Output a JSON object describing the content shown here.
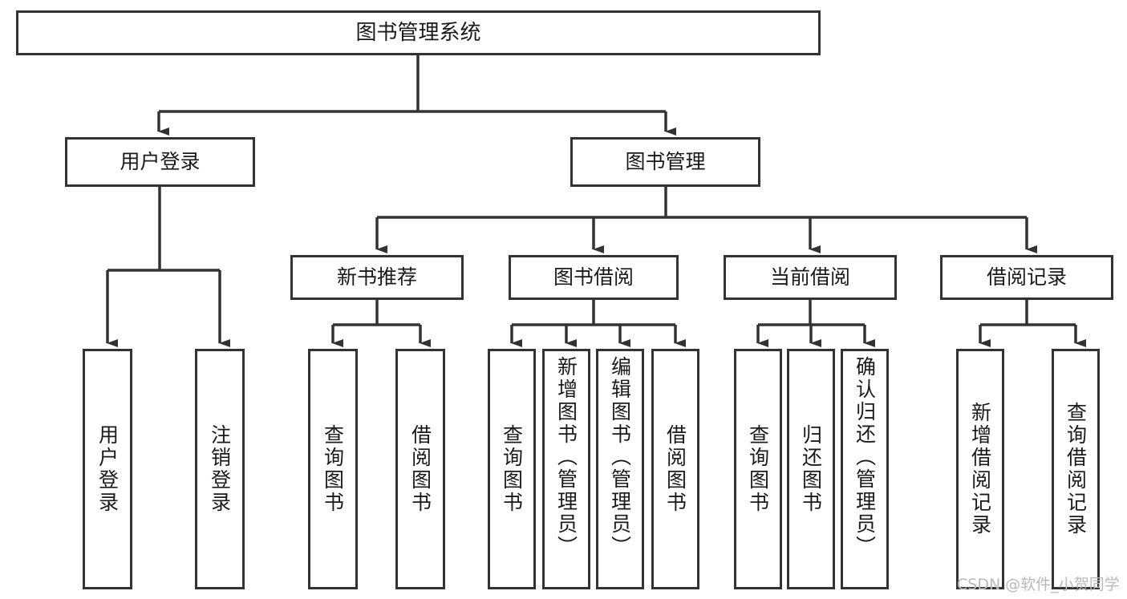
{
  "diagram": {
    "type": "tree",
    "title": "图书管理系统",
    "orientation": "top-down",
    "colors": {
      "box_border": "#333333",
      "box_fill": "#ffffff",
      "connector": "#333333",
      "text": "#1a1a1a",
      "watermark": "#b9b9b9"
    },
    "nodes": {
      "root": {
        "label": "图书管理系统",
        "level": 0
      },
      "login": {
        "label": "用户登录",
        "level": 1
      },
      "book_mgmt": {
        "label": "图书管理",
        "level": 1
      },
      "new_book_rec": {
        "label": "新书推荐",
        "level": 2
      },
      "book_borrow": {
        "label": "图书借阅",
        "level": 2
      },
      "current_borrow": {
        "label": "当前借阅",
        "level": 2
      },
      "borrow_record": {
        "label": "借阅记录",
        "level": 2
      },
      "leaf_user_login": {
        "label": "用户登录",
        "level": 3,
        "parent": "login"
      },
      "leaf_user_logout": {
        "label": "注销登录",
        "level": 3,
        "parent": "login"
      },
      "leaf_query_book_a": {
        "label": "查询图书",
        "level": 3,
        "parent": "new_book_rec"
      },
      "leaf_borrow_book_a": {
        "label": "借阅图书",
        "level": 3,
        "parent": "new_book_rec"
      },
      "leaf_query_book_b": {
        "label": "查询图书",
        "level": 3,
        "parent": "book_borrow"
      },
      "leaf_add_book": {
        "label": "新增图书（管理员）",
        "level": 3,
        "parent": "book_borrow"
      },
      "leaf_edit_book": {
        "label": "编辑图书（管理员）",
        "level": 3,
        "parent": "book_borrow"
      },
      "leaf_borrow_book_b": {
        "label": "借阅图书",
        "level": 3,
        "parent": "book_borrow"
      },
      "leaf_query_book_c": {
        "label": "查询图书",
        "level": 3,
        "parent": "current_borrow"
      },
      "leaf_return_book": {
        "label": "归还图书",
        "level": 3,
        "parent": "current_borrow"
      },
      "leaf_confirm_return": {
        "label": "确认归还（管理员）",
        "level": 3,
        "parent": "current_borrow"
      },
      "leaf_add_record": {
        "label": "新增借阅记录",
        "level": 3,
        "parent": "borrow_record"
      },
      "leaf_query_record": {
        "label": "查询借阅记录",
        "level": 3,
        "parent": "borrow_record"
      }
    },
    "edges": [
      {
        "from": "root",
        "to": "login"
      },
      {
        "from": "root",
        "to": "book_mgmt"
      },
      {
        "from": "login",
        "to": "leaf_user_login"
      },
      {
        "from": "login",
        "to": "leaf_user_logout"
      },
      {
        "from": "book_mgmt",
        "to": "new_book_rec"
      },
      {
        "from": "book_mgmt",
        "to": "book_borrow"
      },
      {
        "from": "book_mgmt",
        "to": "current_borrow"
      },
      {
        "from": "book_mgmt",
        "to": "borrow_record"
      },
      {
        "from": "new_book_rec",
        "to": "leaf_query_book_a"
      },
      {
        "from": "new_book_rec",
        "to": "leaf_borrow_book_a"
      },
      {
        "from": "book_borrow",
        "to": "leaf_query_book_b"
      },
      {
        "from": "book_borrow",
        "to": "leaf_add_book"
      },
      {
        "from": "book_borrow",
        "to": "leaf_edit_book"
      },
      {
        "from": "book_borrow",
        "to": "leaf_borrow_book_b"
      },
      {
        "from": "current_borrow",
        "to": "leaf_query_book_c"
      },
      {
        "from": "current_borrow",
        "to": "leaf_return_book"
      },
      {
        "from": "current_borrow",
        "to": "leaf_confirm_return"
      },
      {
        "from": "borrow_record",
        "to": "leaf_add_record"
      },
      {
        "from": "borrow_record",
        "to": "leaf_query_record"
      }
    ]
  },
  "watermark": {
    "text": "CSDN @软件_小贺同学"
  }
}
